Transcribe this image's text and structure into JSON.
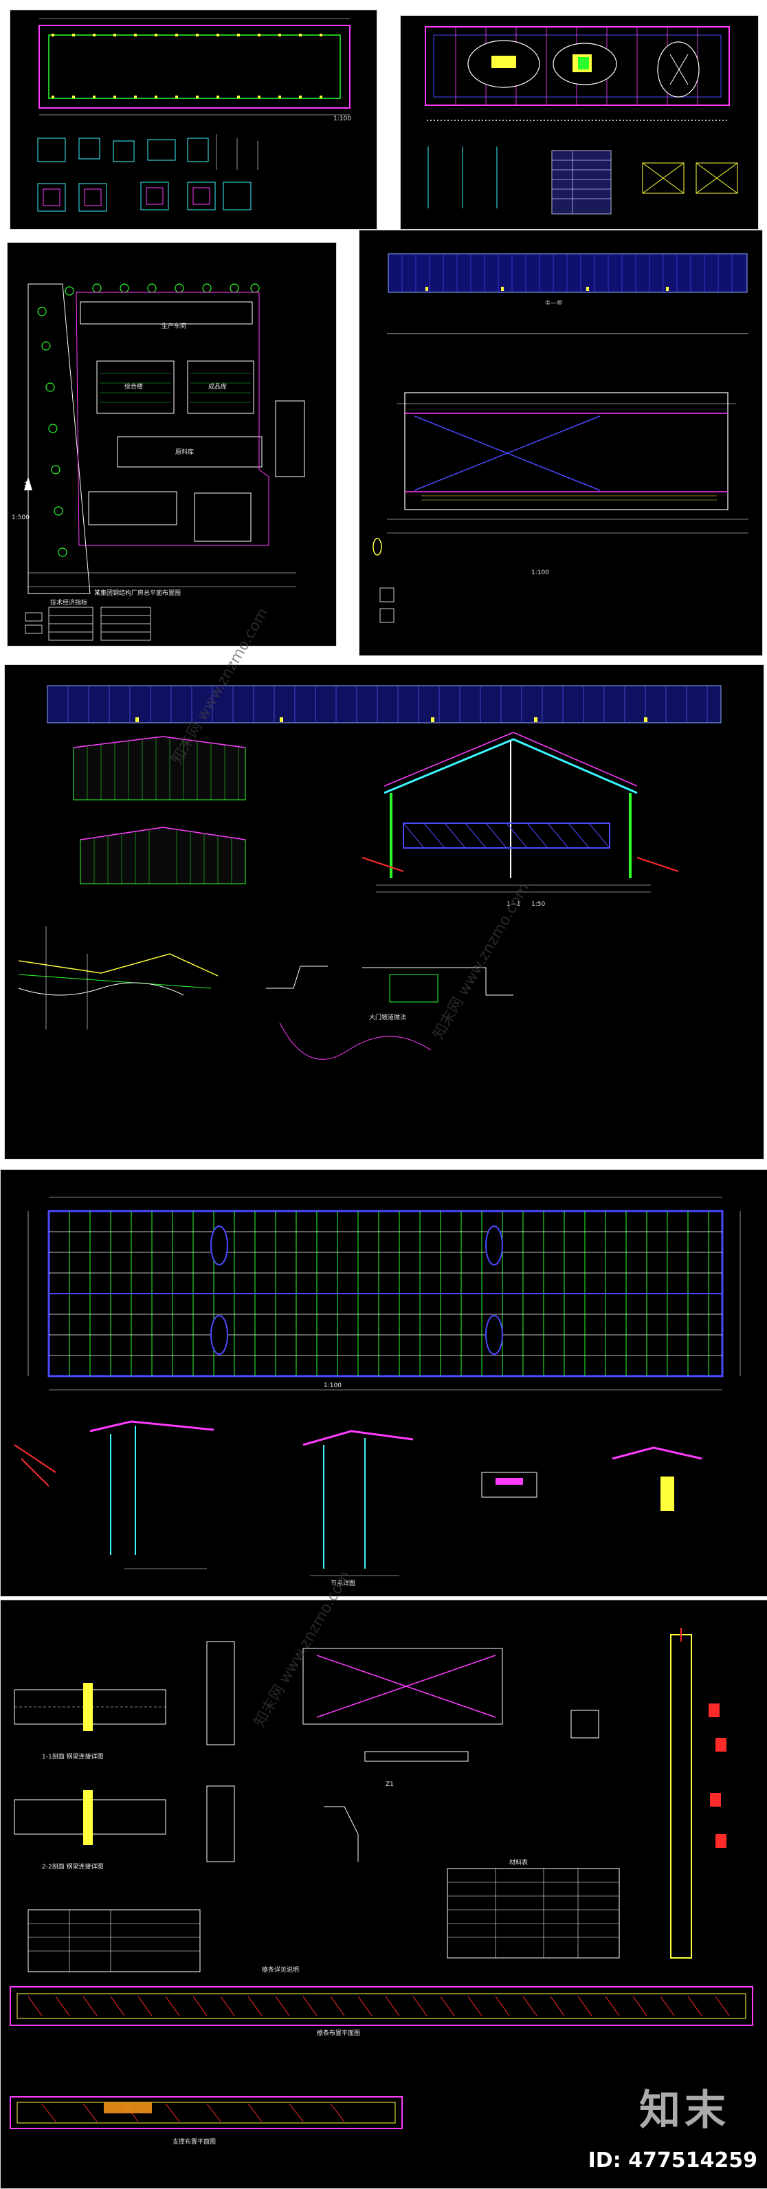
{
  "sheets": {
    "foundation": {
      "scale": "1:100"
    },
    "site": {
      "scale": "1:500",
      "buildings": [
        "生产车间",
        "综合楼",
        "成品库",
        "原料库"
      ],
      "north": "北",
      "title": "某集团钢结构厂房总平面布置图",
      "table_title": "技术经济指标"
    },
    "elevation_top": {
      "label": "①—⑩",
      "scale": "1:100"
    },
    "section": {
      "label": "1—1",
      "scale": "1:50",
      "detail_title": "大门坡道做法"
    },
    "roof": {
      "scale": "1:100",
      "detail_label": "节点详图"
    },
    "details": {
      "label_z1": "Z1",
      "beam_note_1": "1-1剖面 钢梁连接详图",
      "beam_note_2": "2-2剖面 钢梁连接详图",
      "table_title": "材料表",
      "plan_title": "檩条布置平面图",
      "plan_title_2": "支撑布置平面图",
      "plan_note": "檩条详见说明"
    }
  },
  "watermark": {
    "brand": "知末",
    "id": "ID: 477514259",
    "diag": "知末网 www.znzmo.com"
  },
  "colors": {
    "background": "#000000",
    "frame": "#d9d9d9",
    "magenta": "#ff3cff",
    "green": "#2bff2b",
    "yellow": "#ffff3c",
    "cyan": "#3cf7ff",
    "blue": "#4a4aff",
    "red": "#ff2b2b"
  }
}
